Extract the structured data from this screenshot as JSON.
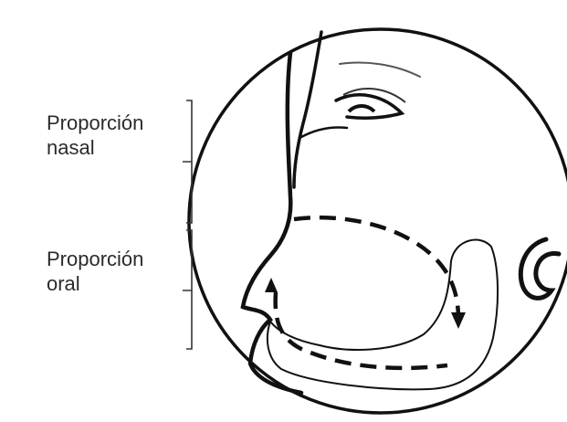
{
  "labels": {
    "nasal": {
      "line1": "Proporción",
      "line2": "nasal"
    },
    "oral": {
      "line1": "Proporción",
      "line2": "oral"
    }
  },
  "colors": {
    "ink": "#111111",
    "text": "#2b2b2b",
    "background": "#ffffff"
  }
}
